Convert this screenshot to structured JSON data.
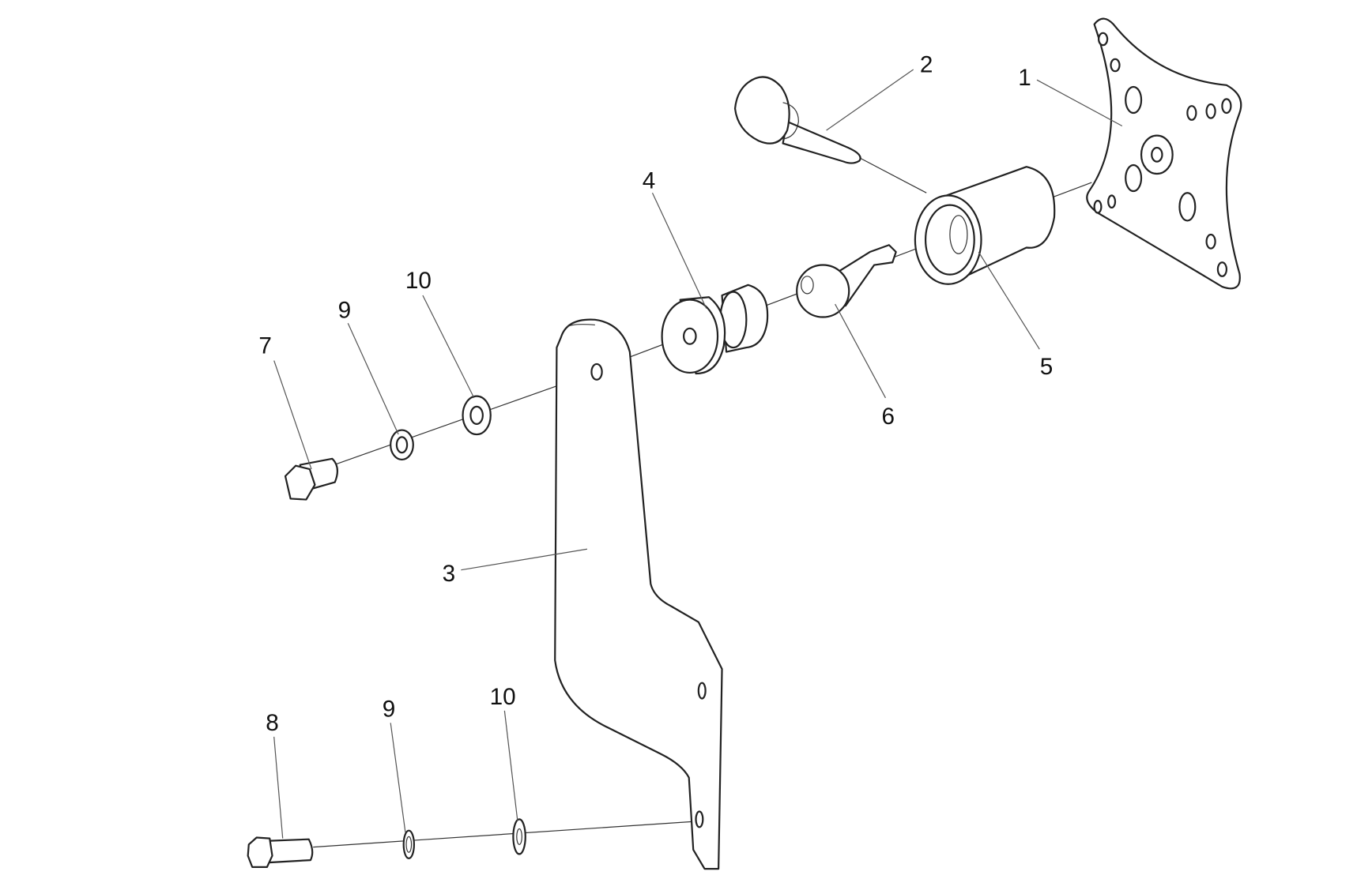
{
  "diagram": {
    "type": "exploded-parts-view",
    "callouts": [
      "1",
      "2",
      "3",
      "4",
      "5",
      "6",
      "7",
      "8",
      "9",
      "10",
      "9",
      "10"
    ],
    "parts": [
      {
        "number": "1",
        "name": "mounting-plate"
      },
      {
        "number": "2",
        "name": "knob-screw"
      },
      {
        "number": "3",
        "name": "bracket"
      },
      {
        "number": "4",
        "name": "spacer-bushing"
      },
      {
        "number": "5",
        "name": "ball-socket-cup"
      },
      {
        "number": "6",
        "name": "ball-stud"
      },
      {
        "number": "7",
        "name": "hex-bolt-upper"
      },
      {
        "number": "8",
        "name": "hex-bolt-lower"
      },
      {
        "number": "9",
        "name": "lock-washer"
      },
      {
        "number": "10",
        "name": "flat-washer"
      }
    ],
    "colors": {
      "line": "#222222",
      "background": "#ffffff"
    }
  }
}
